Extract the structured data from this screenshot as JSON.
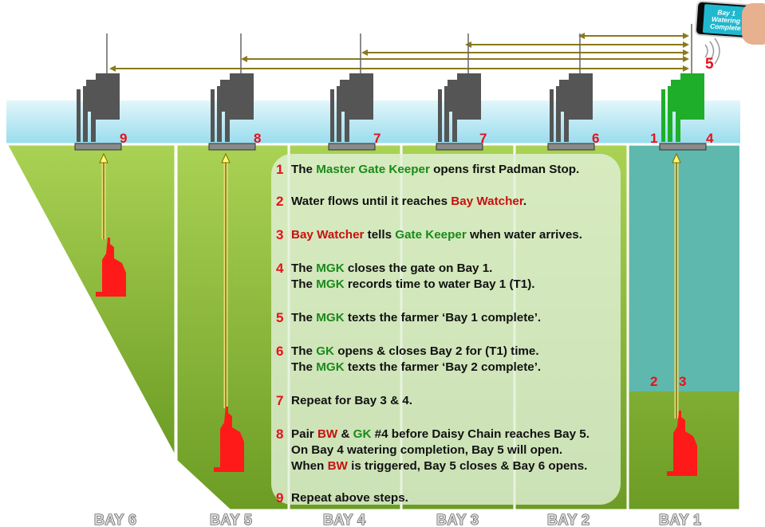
{
  "bays": [
    {
      "label": "BAY 6",
      "gate_number": "9"
    },
    {
      "label": "BAY 5",
      "gate_number": "8"
    },
    {
      "label": "BAY 4",
      "gate_number": "7"
    },
    {
      "label": "BAY 3",
      "gate_number": "7"
    },
    {
      "label": "BAY 2",
      "gate_number": "6"
    },
    {
      "label": "BAY 1",
      "gate_number_left": "1",
      "gate_number_right": "4"
    }
  ],
  "bay1_markers": {
    "left": "2",
    "right": "3"
  },
  "phone_marker": "5",
  "phone_screen_text": "Bay 1\nWatering\nComplete",
  "steps": [
    {
      "n": "1",
      "parts": [
        {
          "t": "The "
        },
        {
          "t": "Master Gate Keeper",
          "c": "g"
        },
        {
          "t": " opens first Padman Stop."
        }
      ]
    },
    {
      "n": "2",
      "parts": [
        {
          "t": "Water flows until it reaches "
        },
        {
          "t": "Bay Watcher",
          "c": "r"
        },
        {
          "t": "."
        }
      ]
    },
    {
      "n": "3",
      "parts": [
        {
          "t": " "
        },
        {
          "t": "Bay Watcher",
          "c": "r"
        },
        {
          "t": " tells "
        },
        {
          "t": "Gate Keeper",
          "c": "g"
        },
        {
          "t": " when water arrives."
        }
      ]
    },
    {
      "n": "4",
      "parts": [
        {
          "t": "The "
        },
        {
          "t": "MGK",
          "c": "g"
        },
        {
          "t": " closes the gate on Bay 1."
        }
      ],
      "line2": [
        {
          "t": "The "
        },
        {
          "t": "MGK",
          "c": "g"
        },
        {
          "t": " records time to water Bay 1 (T1)."
        }
      ]
    },
    {
      "n": "5",
      "parts": [
        {
          "t": "The "
        },
        {
          "t": "MGK",
          "c": "g"
        },
        {
          "t": " texts the farmer ‘Bay 1 complete’."
        }
      ]
    },
    {
      "n": "6",
      "parts": [
        {
          "t": "The "
        },
        {
          "t": "GK",
          "c": "g"
        },
        {
          "t": " opens & closes Bay 2 for (T1) time."
        }
      ],
      "line2": [
        {
          "t": "The "
        },
        {
          "t": "MGK",
          "c": "g"
        },
        {
          "t": " texts the farmer ‘Bay 2 complete’."
        }
      ]
    },
    {
      "n": "7",
      "parts": [
        {
          "t": "Repeat for Bay 3 & 4."
        }
      ]
    },
    {
      "n": "8",
      "parts": [
        {
          "t": "Pair "
        },
        {
          "t": "BW",
          "c": "r"
        },
        {
          "t": " & "
        },
        {
          "t": "GK",
          "c": "g"
        },
        {
          "t": " #4 before Daisy Chain reaches Bay 5."
        }
      ],
      "line2": [
        {
          "t": "On Bay 4 watering completion, Bay 5 will open."
        }
      ],
      "line3": [
        {
          "t": "When "
        },
        {
          "t": "BW",
          "c": "r"
        },
        {
          "t": " is triggered, Bay 5 closes & Bay 6 opens."
        }
      ]
    },
    {
      "n": "9",
      "parts": [
        {
          "t": "Repeat above steps."
        }
      ]
    }
  ],
  "colors": {
    "water": "#aee4f3",
    "field": "#8cbf3a",
    "bay1_water": "#5fb8ad",
    "gate_keeper": "#555555",
    "master_gate_keeper": "#1fae2a",
    "bay_watcher": "#ff1a1a",
    "number_red": "#e8101a",
    "label_green": "#1a8a1a"
  }
}
